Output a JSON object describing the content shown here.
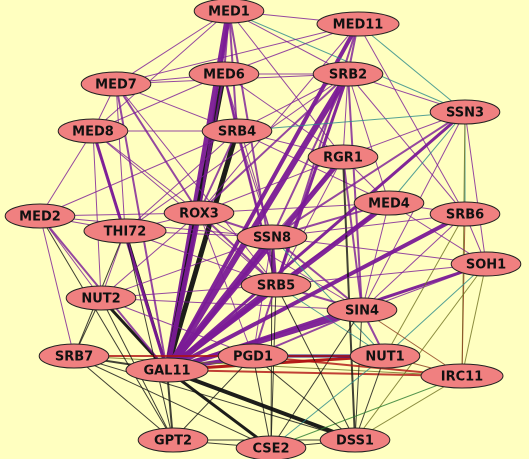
{
  "background": "#ffffc0",
  "node_fill": "#f08080",
  "node_stroke": "#222222",
  "nodes": [
    {
      "id": "MED1",
      "label": "MED1"
    },
    {
      "id": "MED11",
      "label": "MED11"
    },
    {
      "id": "MED7",
      "label": "MED7"
    },
    {
      "id": "MED6",
      "label": "MED6"
    },
    {
      "id": "SRB2",
      "label": "SRB2"
    },
    {
      "id": "SSN3",
      "label": "SSN3"
    },
    {
      "id": "MED8",
      "label": "MED8"
    },
    {
      "id": "SRB4",
      "label": "SRB4"
    },
    {
      "id": "RGR1",
      "label": "RGR1"
    },
    {
      "id": "MED4",
      "label": "MED4"
    },
    {
      "id": "SRB6",
      "label": "SRB6"
    },
    {
      "id": "MED2",
      "label": "MED2"
    },
    {
      "id": "ROX3",
      "label": "ROX3"
    },
    {
      "id": "THI72",
      "label": "THI72"
    },
    {
      "id": "SSN8",
      "label": "SSN8"
    },
    {
      "id": "SOH1",
      "label": "SOH1"
    },
    {
      "id": "NUT2",
      "label": "NUT2"
    },
    {
      "id": "SRB5",
      "label": "SRB5"
    },
    {
      "id": "SIN4",
      "label": "SIN4"
    },
    {
      "id": "SRB7",
      "label": "SRB7"
    },
    {
      "id": "GAL11",
      "label": "GAL11"
    },
    {
      "id": "PGD1",
      "label": "PGD1"
    },
    {
      "id": "NUT1",
      "label": "NUT1"
    },
    {
      "id": "IRC11",
      "label": "IRC11"
    },
    {
      "id": "GPT2",
      "label": "GPT2"
    },
    {
      "id": "CSE2",
      "label": "CSE2"
    },
    {
      "id": "DSS1",
      "label": "DSS1"
    }
  ],
  "edge_colors": {
    "purple": "#7a1a96",
    "black": "#111111",
    "teal": "#2a8a8a",
    "olive": "#6f7020",
    "brown": "#8a3a1a",
    "blue": "#1a1a9a",
    "red": "#b01010",
    "green": "#2a7a30"
  },
  "edges": [
    {
      "from": "GAL11",
      "to": "MED1",
      "color": "purple",
      "weight": 6
    },
    {
      "from": "GAL11",
      "to": "MED6",
      "color": "black",
      "weight": 5
    },
    {
      "from": "GAL11",
      "to": "SRB4",
      "color": "black",
      "weight": 5
    },
    {
      "from": "GAL11",
      "to": "SRB2",
      "color": "purple",
      "weight": 6
    },
    {
      "from": "GAL11",
      "to": "MED11",
      "color": "purple",
      "weight": 4
    },
    {
      "from": "GAL11",
      "to": "RGR1",
      "color": "purple",
      "weight": 5
    },
    {
      "from": "GAL11",
      "to": "MED4",
      "color": "purple",
      "weight": 5
    },
    {
      "from": "GAL11",
      "to": "SRB6",
      "color": "purple",
      "weight": 4
    },
    {
      "from": "GAL11",
      "to": "SOH1",
      "color": "purple",
      "weight": 3
    },
    {
      "from": "GAL11",
      "to": "ROX3",
      "color": "purple",
      "weight": 5
    },
    {
      "from": "GAL11",
      "to": "SSN8",
      "color": "purple",
      "weight": 6
    },
    {
      "from": "GAL11",
      "to": "SRB5",
      "color": "purple",
      "weight": 6
    },
    {
      "from": "GAL11",
      "to": "SIN4",
      "color": "purple",
      "weight": 5
    },
    {
      "from": "GAL11",
      "to": "THI72",
      "color": "black",
      "weight": 3
    },
    {
      "from": "GAL11",
      "to": "NUT2",
      "color": "black",
      "weight": 3
    },
    {
      "from": "GAL11",
      "to": "MED2",
      "color": "purple",
      "weight": 2
    },
    {
      "from": "GAL11",
      "to": "MED8",
      "color": "purple",
      "weight": 3
    },
    {
      "from": "GAL11",
      "to": "MED7",
      "color": "purple",
      "weight": 2
    },
    {
      "from": "GAL11",
      "to": "SSN3",
      "color": "purple",
      "weight": 3
    },
    {
      "from": "GAL11",
      "to": "PGD1",
      "color": "purple",
      "weight": 4
    },
    {
      "from": "GAL11",
      "to": "NUT1",
      "color": "red",
      "weight": 3
    },
    {
      "from": "GAL11",
      "to": "IRC11",
      "color": "red",
      "weight": 2
    },
    {
      "from": "GAL11",
      "to": "CSE2",
      "color": "black",
      "weight": 3
    },
    {
      "from": "GAL11",
      "to": "DSS1",
      "color": "black",
      "weight": 4
    },
    {
      "from": "GAL11",
      "to": "GPT2",
      "color": "black",
      "weight": 2
    },
    {
      "from": "GAL11",
      "to": "SRB7",
      "color": "black",
      "weight": 2
    },
    {
      "from": "PGD1",
      "to": "NUT1",
      "color": "blue",
      "weight": 3
    },
    {
      "from": "SRB7",
      "to": "NUT1",
      "color": "red",
      "weight": 2
    },
    {
      "from": "SRB7",
      "to": "IRC11",
      "color": "olive",
      "weight": 1
    },
    {
      "from": "MED1",
      "to": "MED11",
      "color": "purple",
      "weight": 1
    },
    {
      "from": "MED1",
      "to": "MED7",
      "color": "purple",
      "weight": 1
    },
    {
      "from": "MED1",
      "to": "MED6",
      "color": "purple",
      "weight": 2
    },
    {
      "from": "MED1",
      "to": "SRB2",
      "color": "purple",
      "weight": 1
    },
    {
      "from": "MED1",
      "to": "SRB4",
      "color": "purple",
      "weight": 2
    },
    {
      "from": "MED1",
      "to": "ROX3",
      "color": "purple",
      "weight": 2
    },
    {
      "from": "MED1",
      "to": "SSN3",
      "color": "teal",
      "weight": 1
    },
    {
      "from": "MED1",
      "to": "RGR1",
      "color": "purple",
      "weight": 1
    },
    {
      "from": "MED1",
      "to": "MED8",
      "color": "purple",
      "weight": 1
    },
    {
      "from": "MED1",
      "to": "SRB5",
      "color": "purple",
      "weight": 2
    },
    {
      "from": "MED11",
      "to": "SRB2",
      "color": "purple",
      "weight": 2
    },
    {
      "from": "MED11",
      "to": "MED6",
      "color": "purple",
      "weight": 1
    },
    {
      "from": "MED11",
      "to": "SSN3",
      "color": "teal",
      "weight": 1
    },
    {
      "from": "MED11",
      "to": "SRB6",
      "color": "purple",
      "weight": 1
    },
    {
      "from": "MED11",
      "to": "MED7",
      "color": "purple",
      "weight": 1
    },
    {
      "from": "MED11",
      "to": "ROX3",
      "color": "purple",
      "weight": 1
    },
    {
      "from": "MED11",
      "to": "SRB5",
      "color": "purple",
      "weight": 2
    },
    {
      "from": "MED7",
      "to": "MED6",
      "color": "purple",
      "weight": 1
    },
    {
      "from": "MED7",
      "to": "MED8",
      "color": "purple",
      "weight": 1
    },
    {
      "from": "MED7",
      "to": "SRB4",
      "color": "purple",
      "weight": 1
    },
    {
      "from": "MED7",
      "to": "ROX3",
      "color": "purple",
      "weight": 2
    },
    {
      "from": "MED7",
      "to": "THI72",
      "color": "purple",
      "weight": 1
    },
    {
      "from": "MED7",
      "to": "SRB2",
      "color": "purple",
      "weight": 1
    },
    {
      "from": "MED7",
      "to": "SRB5",
      "color": "purple",
      "weight": 1
    },
    {
      "from": "MED6",
      "to": "SRB4",
      "color": "purple",
      "weight": 2
    },
    {
      "from": "MED6",
      "to": "SRB2",
      "color": "purple",
      "weight": 1
    },
    {
      "from": "MED6",
      "to": "ROX3",
      "color": "purple",
      "weight": 2
    },
    {
      "from": "MED6",
      "to": "SSN8",
      "color": "purple",
      "weight": 1
    },
    {
      "from": "MED6",
      "to": "SRB5",
      "color": "purple",
      "weight": 2
    },
    {
      "from": "MED6",
      "to": "MED8",
      "color": "purple",
      "weight": 1
    },
    {
      "from": "MED6",
      "to": "RGR1",
      "color": "purple",
      "weight": 1
    },
    {
      "from": "SRB2",
      "to": "SSN3",
      "color": "purple",
      "weight": 1
    },
    {
      "from": "SRB2",
      "to": "SRB4",
      "color": "purple",
      "weight": 1
    },
    {
      "from": "SRB2",
      "to": "RGR1",
      "color": "purple",
      "weight": 1
    },
    {
      "from": "SRB2",
      "to": "MED4",
      "color": "purple",
      "weight": 1
    },
    {
      "from": "SRB2",
      "to": "ROX3",
      "color": "purple",
      "weight": 2
    },
    {
      "from": "SRB2",
      "to": "SRB5",
      "color": "purple",
      "weight": 3
    },
    {
      "from": "SRB2",
      "to": "SSN8",
      "color": "purple",
      "weight": 2
    },
    {
      "from": "SRB2",
      "to": "SRB6",
      "color": "purple",
      "weight": 1
    },
    {
      "from": "SRB2",
      "to": "THI72",
      "color": "purple",
      "weight": 1
    },
    {
      "from": "SRB2",
      "to": "SIN4",
      "color": "purple",
      "weight": 2
    },
    {
      "from": "SSN3",
      "to": "SRB6",
      "color": "teal",
      "weight": 1
    },
    {
      "from": "SSN3",
      "to": "MED4",
      "color": "teal",
      "weight": 1
    },
    {
      "from": "SSN3",
      "to": "SOH1",
      "color": "purple",
      "weight": 1
    },
    {
      "from": "SSN3",
      "to": "SSN8",
      "color": "purple",
      "weight": 2
    },
    {
      "from": "SSN3",
      "to": "RGR1",
      "color": "purple",
      "weight": 1
    },
    {
      "from": "SSN3",
      "to": "SRB4",
      "color": "teal",
      "weight": 1
    },
    {
      "from": "SSN3",
      "to": "SIN4",
      "color": "purple",
      "weight": 1
    },
    {
      "from": "SSN3",
      "to": "IRC11",
      "color": "olive",
      "weight": 1
    },
    {
      "from": "MED8",
      "to": "SRB4",
      "color": "purple",
      "weight": 1
    },
    {
      "from": "MED8",
      "to": "MED2",
      "color": "purple",
      "weight": 1
    },
    {
      "from": "MED8",
      "to": "THI72",
      "color": "purple",
      "weight": 1
    },
    {
      "from": "MED8",
      "to": "ROX3",
      "color": "purple",
      "weight": 1
    },
    {
      "from": "MED8",
      "to": "NUT2",
      "color": "purple",
      "weight": 1
    },
    {
      "from": "MED8",
      "to": "SRB5",
      "color": "purple",
      "weight": 1
    },
    {
      "from": "SRB4",
      "to": "ROX3",
      "color": "purple",
      "weight": 2
    },
    {
      "from": "SRB4",
      "to": "RGR1",
      "color": "purple",
      "weight": 1
    },
    {
      "from": "SRB4",
      "to": "SRB5",
      "color": "purple",
      "weight": 2
    },
    {
      "from": "SRB4",
      "to": "SSN8",
      "color": "purple",
      "weight": 1
    },
    {
      "from": "SRB4",
      "to": "THI72",
      "color": "purple",
      "weight": 1
    },
    {
      "from": "SRB4",
      "to": "MED4",
      "color": "purple",
      "weight": 1
    },
    {
      "from": "RGR1",
      "to": "MED4",
      "color": "purple",
      "weight": 1
    },
    {
      "from": "RGR1",
      "to": "SSN8",
      "color": "purple",
      "weight": 1
    },
    {
      "from": "RGR1",
      "to": "SIN4",
      "color": "purple",
      "weight": 2
    },
    {
      "from": "RGR1",
      "to": "SRB5",
      "color": "purple",
      "weight": 1
    },
    {
      "from": "RGR1",
      "to": "ROX3",
      "color": "purple",
      "weight": 1
    },
    {
      "from": "RGR1",
      "to": "DSS1",
      "color": "black",
      "weight": 2
    },
    {
      "from": "MED4",
      "to": "SRB6",
      "color": "purple",
      "weight": 1
    },
    {
      "from": "MED4",
      "to": "SSN8",
      "color": "purple",
      "weight": 2
    },
    {
      "from": "MED4",
      "to": "SRB5",
      "color": "purple",
      "weight": 2
    },
    {
      "from": "MED4",
      "to": "SIN4",
      "color": "purple",
      "weight": 1
    },
    {
      "from": "MED4",
      "to": "SOH1",
      "color": "purple",
      "weight": 1
    },
    {
      "from": "MED4",
      "to": "ROX3",
      "color": "purple",
      "weight": 1
    },
    {
      "from": "SRB6",
      "to": "SOH1",
      "color": "purple",
      "weight": 1
    },
    {
      "from": "SRB6",
      "to": "SIN4",
      "color": "purple",
      "weight": 1
    },
    {
      "from": "SRB6",
      "to": "SSN8",
      "color": "purple",
      "weight": 1
    },
    {
      "from": "SRB6",
      "to": "NUT1",
      "color": "olive",
      "weight": 1
    },
    {
      "from": "SRB6",
      "to": "IRC11",
      "color": "brown",
      "weight": 1
    },
    {
      "from": "SOH1",
      "to": "SIN4",
      "color": "purple",
      "weight": 1
    },
    {
      "from": "SOH1",
      "to": "IRC11",
      "color": "olive",
      "weight": 1
    },
    {
      "from": "SOH1",
      "to": "NUT1",
      "color": "teal",
      "weight": 1
    },
    {
      "from": "SOH1",
      "to": "SSN8",
      "color": "purple",
      "weight": 1
    },
    {
      "from": "SOH1",
      "to": "DSS1",
      "color": "olive",
      "weight": 1
    },
    {
      "from": "SOH1",
      "to": "SRB5",
      "color": "purple",
      "weight": 1
    },
    {
      "from": "MED2",
      "to": "THI72",
      "color": "purple",
      "weight": 1
    },
    {
      "from": "MED2",
      "to": "NUT2",
      "color": "purple",
      "weight": 1
    },
    {
      "from": "MED2",
      "to": "ROX3",
      "color": "purple",
      "weight": 1
    },
    {
      "from": "MED2",
      "to": "SRB7",
      "color": "purple",
      "weight": 1
    },
    {
      "from": "MED2",
      "to": "SRB4",
      "color": "purple",
      "weight": 1
    },
    {
      "from": "MED2",
      "to": "SSN8",
      "color": "purple",
      "weight": 1
    },
    {
      "from": "MED2",
      "to": "GPT2",
      "color": "black",
      "weight": 1
    },
    {
      "from": "ROX3",
      "to": "THI72",
      "color": "purple",
      "weight": 1
    },
    {
      "from": "ROX3",
      "to": "SSN8",
      "color": "purple",
      "weight": 2
    },
    {
      "from": "ROX3",
      "to": "SRB5",
      "color": "purple",
      "weight": 2
    },
    {
      "from": "ROX3",
      "to": "NUT2",
      "color": "purple",
      "weight": 1
    },
    {
      "from": "ROX3",
      "to": "SIN4",
      "color": "purple",
      "weight": 1
    },
    {
      "from": "ROX3",
      "to": "PGD1",
      "color": "purple",
      "weight": 1
    },
    {
      "from": "THI72",
      "to": "NUT2",
      "color": "purple",
      "weight": 1
    },
    {
      "from": "THI72",
      "to": "SSN8",
      "color": "purple",
      "weight": 1
    },
    {
      "from": "THI72",
      "to": "SRB5",
      "color": "purple",
      "weight": 1
    },
    {
      "from": "THI72",
      "to": "SRB7",
      "color": "black",
      "weight": 1
    },
    {
      "from": "THI72",
      "to": "GPT2",
      "color": "black",
      "weight": 1
    },
    {
      "from": "SSN8",
      "to": "SRB5",
      "color": "purple",
      "weight": 3
    },
    {
      "from": "SSN8",
      "to": "SIN4",
      "color": "purple",
      "weight": 2
    },
    {
      "from": "SSN8",
      "to": "PGD1",
      "color": "purple",
      "weight": 1
    },
    {
      "from": "SSN8",
      "to": "NUT1",
      "color": "teal",
      "weight": 1
    },
    {
      "from": "SSN8",
      "to": "NUT2",
      "color": "purple",
      "weight": 1
    },
    {
      "from": "SSN8",
      "to": "CSE2",
      "color": "black",
      "weight": 1
    },
    {
      "from": "NUT2",
      "to": "SRB5",
      "color": "purple",
      "weight": 1
    },
    {
      "from": "NUT2",
      "to": "SRB7",
      "color": "black",
      "weight": 1
    },
    {
      "from": "NUT2",
      "to": "GPT2",
      "color": "black",
      "weight": 1
    },
    {
      "from": "NUT2",
      "to": "SIN4",
      "color": "purple",
      "weight": 1
    },
    {
      "from": "NUT2",
      "to": "PGD1",
      "color": "purple",
      "weight": 1
    },
    {
      "from": "SRB5",
      "to": "SIN4",
      "color": "purple",
      "weight": 2
    },
    {
      "from": "SRB5",
      "to": "PGD1",
      "color": "purple",
      "weight": 2
    },
    {
      "from": "SRB5",
      "to": "NUT1",
      "color": "teal",
      "weight": 1
    },
    {
      "from": "SRB5",
      "to": "CSE2",
      "color": "black",
      "weight": 1
    },
    {
      "from": "SRB5",
      "to": "DSS1",
      "color": "black",
      "weight": 1
    },
    {
      "from": "SIN4",
      "to": "NUT1",
      "color": "purple",
      "weight": 2
    },
    {
      "from": "SIN4",
      "to": "PGD1",
      "color": "purple",
      "weight": 2
    },
    {
      "from": "SIN4",
      "to": "IRC11",
      "color": "brown",
      "weight": 1
    },
    {
      "from": "SIN4",
      "to": "DSS1",
      "color": "black",
      "weight": 1
    },
    {
      "from": "SIN4",
      "to": "CSE2",
      "color": "black",
      "weight": 1
    },
    {
      "from": "NUT1",
      "to": "IRC11",
      "color": "brown",
      "weight": 1
    },
    {
      "from": "NUT1",
      "to": "DSS1",
      "color": "black",
      "weight": 1
    },
    {
      "from": "NUT1",
      "to": "CSE2",
      "color": "teal",
      "weight": 1
    },
    {
      "from": "IRC11",
      "to": "DSS1",
      "color": "olive",
      "weight": 1
    },
    {
      "from": "IRC11",
      "to": "PGD1",
      "color": "red",
      "weight": 2
    },
    {
      "from": "IRC11",
      "to": "CSE2",
      "color": "green",
      "weight": 1
    },
    {
      "from": "PGD1",
      "to": "CSE2",
      "color": "black",
      "weight": 1
    },
    {
      "from": "PGD1",
      "to": "DSS1",
      "color": "black",
      "weight": 1
    },
    {
      "from": "PGD1",
      "to": "GPT2",
      "color": "black",
      "weight": 1
    },
    {
      "from": "GPT2",
      "to": "CSE2",
      "color": "black",
      "weight": 1
    },
    {
      "from": "GPT2",
      "to": "DSS1",
      "color": "black",
      "weight": 1
    },
    {
      "from": "GPT2",
      "to": "SRB7",
      "color": "black",
      "weight": 1
    },
    {
      "from": "CSE2",
      "to": "DSS1",
      "color": "black",
      "weight": 1
    },
    {
      "from": "SRB7",
      "to": "CSE2",
      "color": "black",
      "weight": 1
    },
    {
      "from": "SRB7",
      "to": "DSS1",
      "color": "black",
      "weight": 1
    }
  ]
}
